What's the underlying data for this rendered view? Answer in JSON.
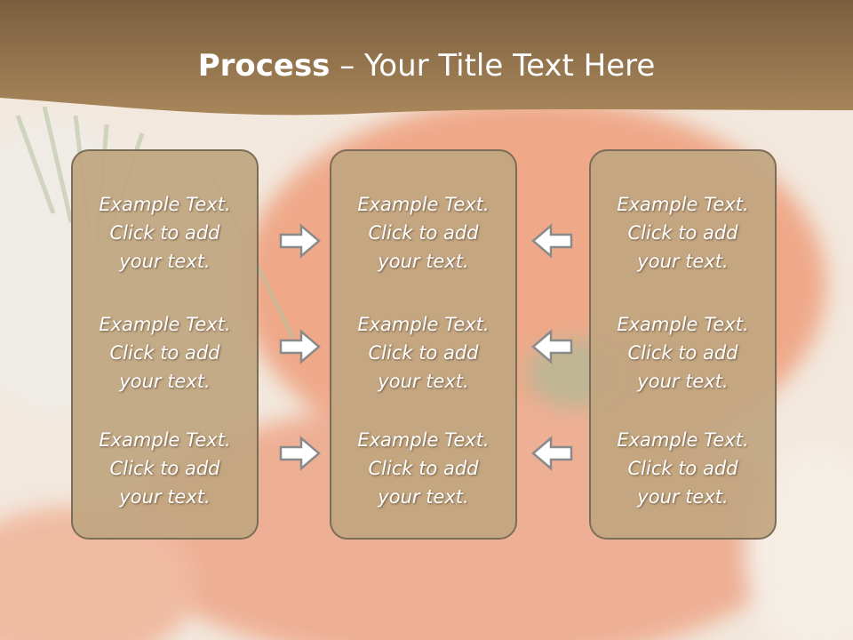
{
  "title": {
    "strong": "Process",
    "rest": " – Your Title Text Here"
  },
  "panels": [
    {
      "items": [
        {
          "l1": "Example Text.",
          "l2": "Click  to add",
          "l3": "your text."
        },
        {
          "l1": "Example Text.",
          "l2": "Click  to add",
          "l3": "your text."
        },
        {
          "l1": "Example Text.",
          "l2": "Click  to add",
          "l3": "your text."
        }
      ]
    },
    {
      "items": [
        {
          "l1": "Example Text.",
          "l2": "Click  to add",
          "l3": "your text."
        },
        {
          "l1": "Example Text.",
          "l2": "Click  to add",
          "l3": "your text."
        },
        {
          "l1": "Example Text.",
          "l2": "Click  to add",
          "l3": "your text."
        }
      ]
    },
    {
      "items": [
        {
          "l1": "Example Text.",
          "l2": "Click  to add",
          "l3": "your text."
        },
        {
          "l1": "Example Text.",
          "l2": "Click  to add",
          "l3": "your text."
        },
        {
          "l1": "Example Text.",
          "l2": "Click  to add",
          "l3": "your text."
        }
      ]
    }
  ],
  "arrows": {
    "left_group": "arrow-right-icon",
    "right_group": "arrow-left-icon"
  },
  "colors": {
    "header": "#7d6240",
    "panel_fill": "#c1a680",
    "panel_border": "#7c6d58",
    "text": "#ffffff"
  }
}
